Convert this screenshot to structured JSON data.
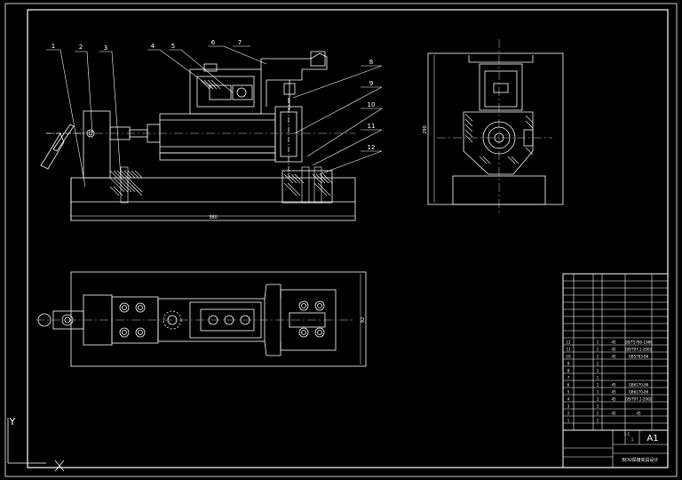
{
  "drawing": {
    "balloons": [
      "1",
      "2",
      "3",
      "4",
      "5",
      "6",
      "7",
      "8",
      "9",
      "10",
      "11",
      "12"
    ],
    "dimension_bottom": "380",
    "dimension_side": "290",
    "dimension_plan": "92",
    "sheet_size": "A1",
    "title_caption": "BDU焊接夹具设计",
    "axis_label": "Y"
  },
  "colors": {
    "background": "#000000",
    "line": "#ffffff",
    "centerline": "#cccccc",
    "hatch": "#ffffff"
  },
  "bom": {
    "numbers": [
      "12",
      "11",
      "10",
      "9",
      "8",
      "7",
      "6",
      "5",
      "4",
      "3",
      "2",
      "1"
    ],
    "qty": [
      "1",
      "1",
      "1",
      "1",
      "1",
      "1",
      "1",
      "1",
      "1",
      "1",
      "1",
      "1"
    ],
    "materials": [
      "45",
      "45",
      "45",
      "",
      "",
      "",
      "45",
      "45",
      "45",
      "",
      "45",
      ""
    ],
    "standards": [
      "GB/T5780-1986",
      "GB/T97.1-2002",
      "GB5783-86",
      "",
      "",
      "",
      "GB6170-86",
      "GB6170-86",
      "GB/T97.1-2002",
      "",
      "45",
      ""
    ]
  },
  "title_block": {
    "scale": "1:1",
    "sheet": "1"
  }
}
